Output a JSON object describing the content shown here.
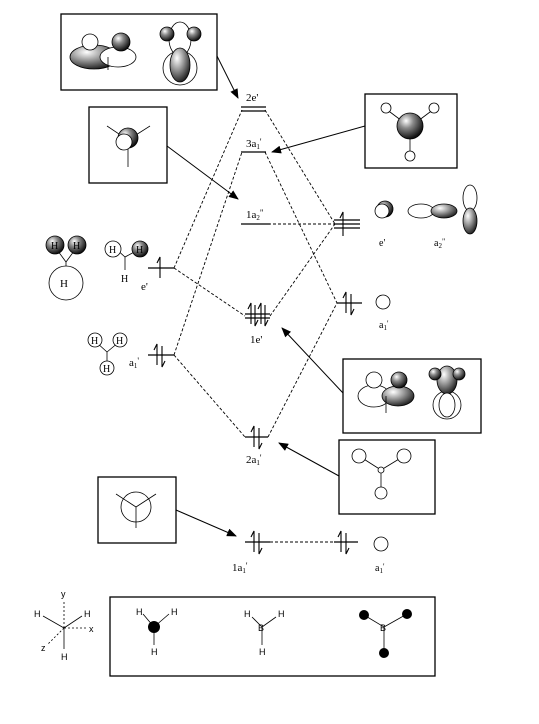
{
  "levels": {
    "e_2": "2e'",
    "a1_3": "3a",
    "a1_3_sub": "1",
    "a1_3_sup": "'",
    "a2_1": "1a",
    "a2_1_sub": "2",
    "a2_1_sup": "\"",
    "e_1": "1e'",
    "a1_2": "2a",
    "a1_2_sub": "1",
    "a1_2_sup": "'",
    "a1_1": "1a",
    "a1_1_sub": "1",
    "a1_1_sup": "'"
  },
  "left_fragment": {
    "h_atom": "H",
    "e_label": "e'",
    "a1_label": "a",
    "a1_sub": "1",
    "a1_sup": "'"
  },
  "right_fragment": {
    "e_label": "e'",
    "a2_label": "a",
    "a2_sub": "2",
    "a2_sup": "\"",
    "a1_label": "a",
    "a1_sub": "1",
    "a1_sup": "'",
    "core_label": "a",
    "core_sub": "1",
    "core_sup": "'"
  },
  "axes": {
    "x": "x",
    "y": "y",
    "z": "z",
    "h": "H"
  },
  "molecules": {
    "h": "H",
    "b": "B"
  }
}
